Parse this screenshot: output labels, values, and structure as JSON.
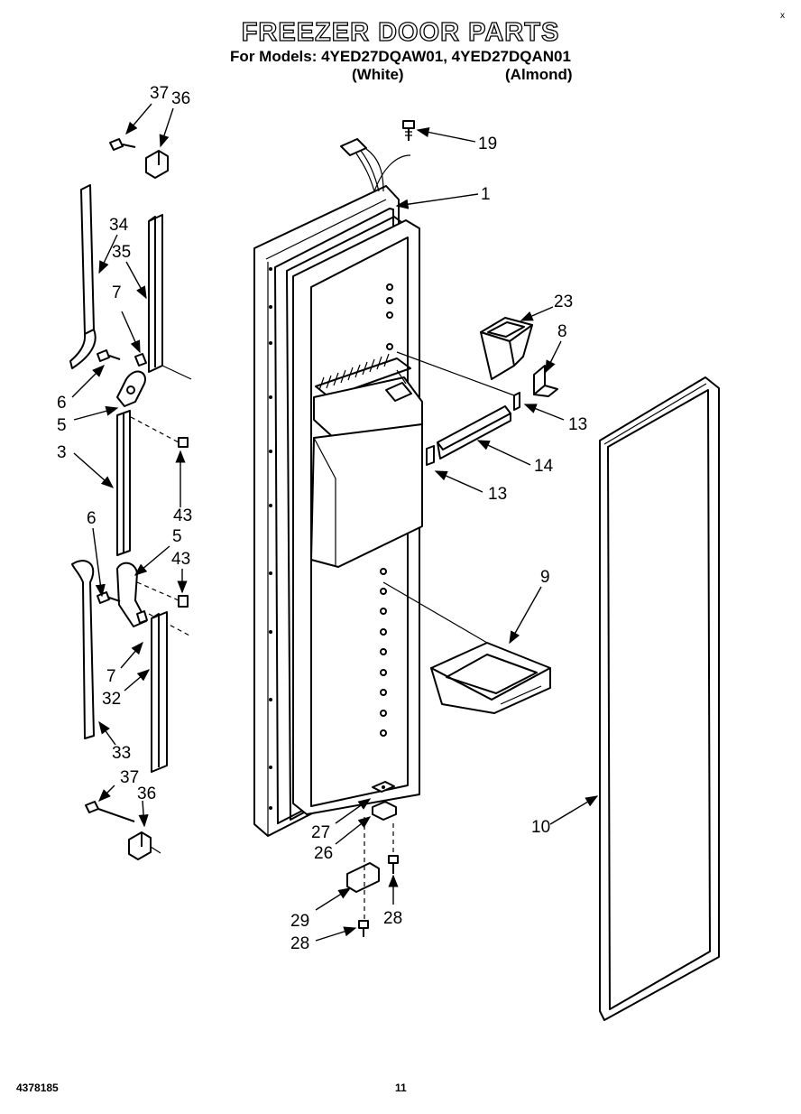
{
  "header": {
    "title": "FREEZER DOOR PARTS",
    "models_line": "For Models: 4YED27DQAW01,  4YED27DQAN01",
    "variant_white": "(White)",
    "variant_almond": "(Almond)"
  },
  "corner_mark": "x",
  "footer": {
    "doc_number": "4378185",
    "page_number": "11"
  },
  "callouts": {
    "c1": "1",
    "c3": "3",
    "c5a": "5",
    "c5b": "5",
    "c6a": "6",
    "c6b": "6",
    "c7a": "7",
    "c7b": "7",
    "c8": "8",
    "c9": "9",
    "c10": "10",
    "c13a": "13",
    "c13b": "13",
    "c14": "14",
    "c19": "19",
    "c23": "23",
    "c26": "26",
    "c27": "27",
    "c28a": "28",
    "c28b": "28",
    "c29": "29",
    "c32": "32",
    "c33": "33",
    "c34": "34",
    "c35": "35",
    "c36a": "36",
    "c36b": "36",
    "c37a": "37",
    "c37b": "37",
    "c43a": "43",
    "c43b": "43"
  }
}
